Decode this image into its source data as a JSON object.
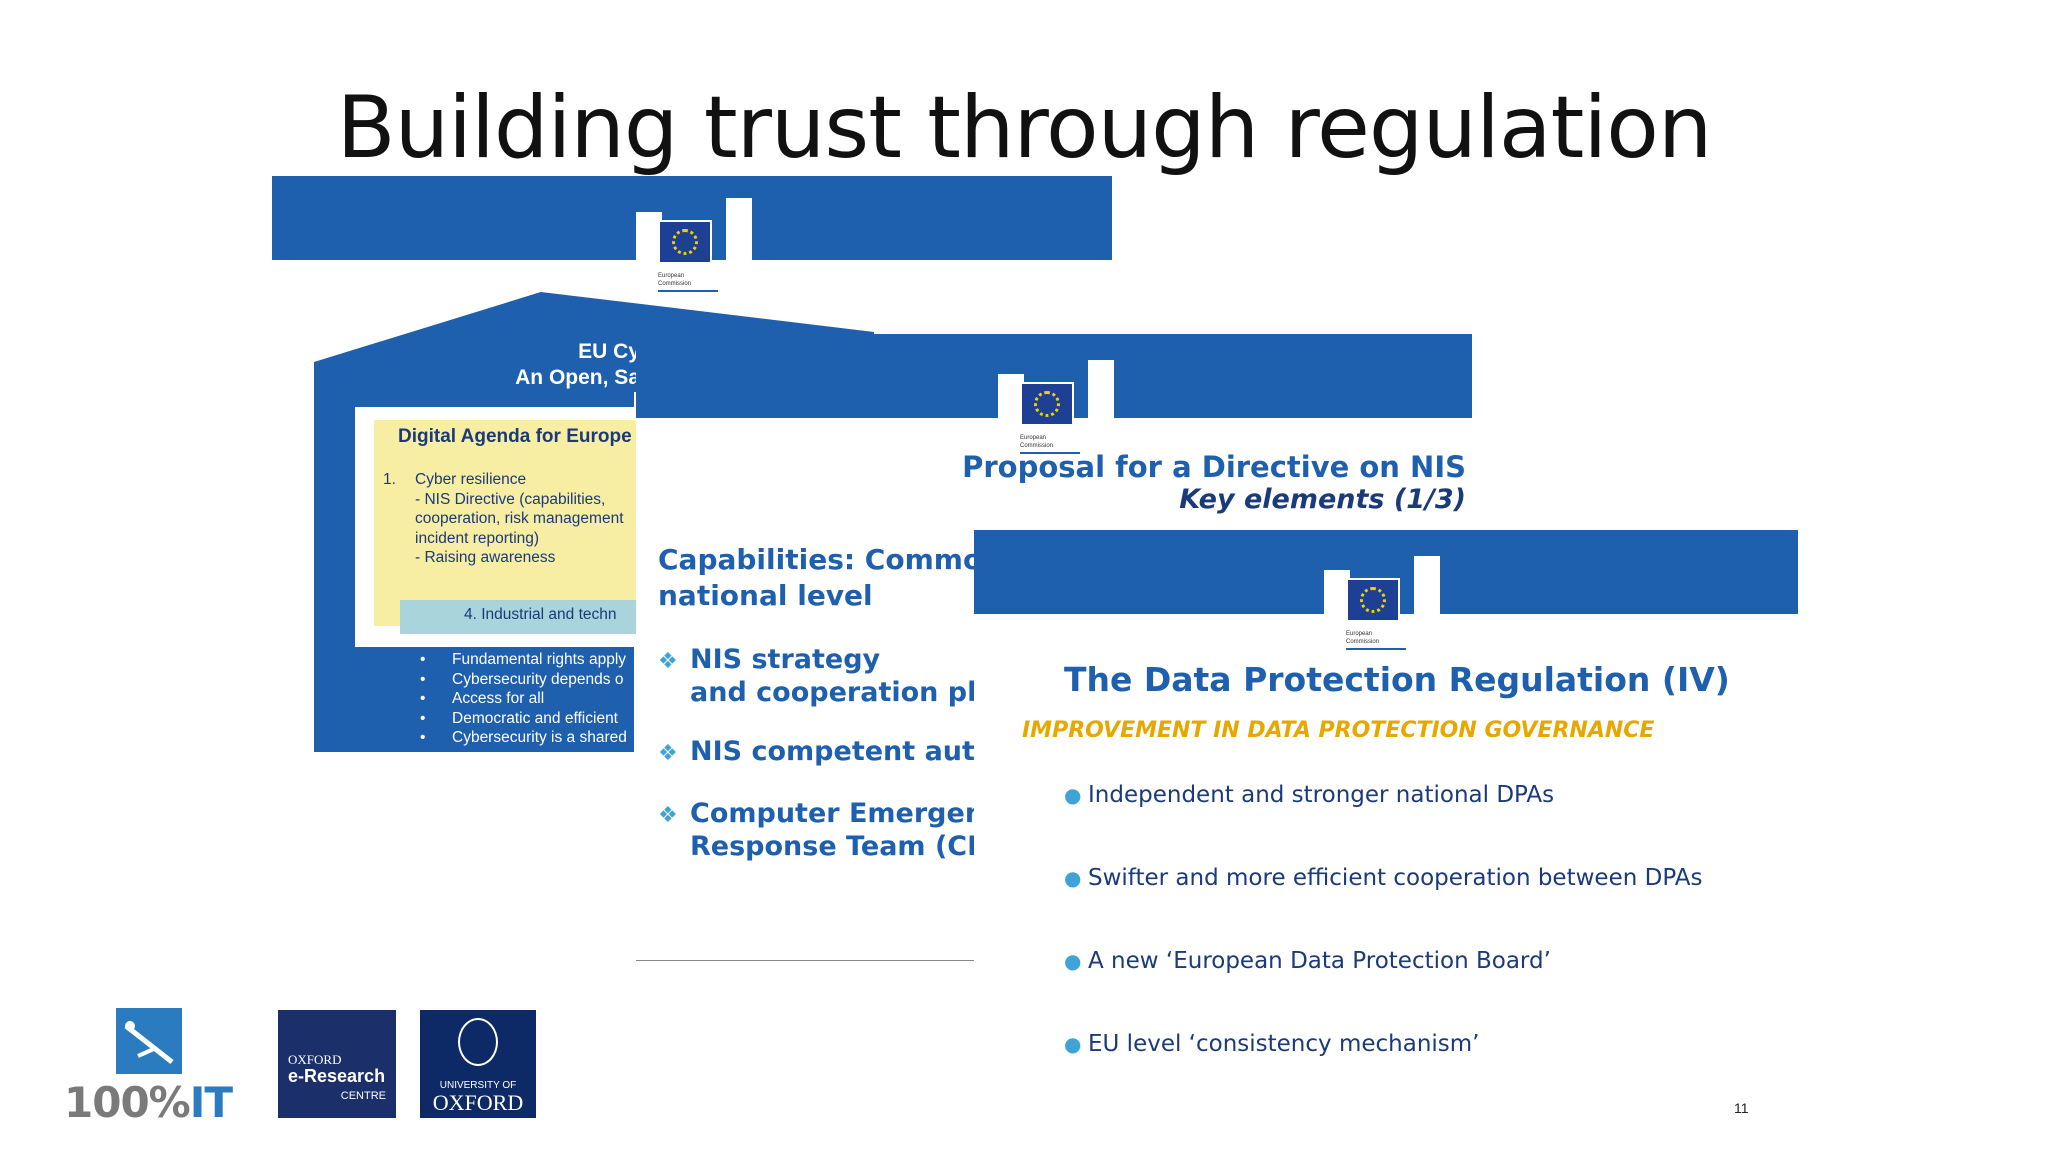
{
  "title": "Building trust through regulation",
  "ec_logo_text": [
    "European",
    "Commission"
  ],
  "slide1": {
    "title_line1": "EU Cy",
    "title_line2": "An Open, Sa",
    "agenda_title": "Digital Agenda for Europe",
    "item1_number": "1.",
    "item1_label": "Cyber resilience",
    "item1_lines": [
      "- NIS Directive (capabilities,",
      "cooperation, risk management",
      "incident reporting)",
      "- Raising awareness"
    ],
    "item4": "4.    Industrial and techn",
    "bullets": [
      "Fundamental rights apply",
      "Cybersecurity depends o",
      "Access for all",
      "Democratic and efficient",
      "Cybersecurity is a shared"
    ]
  },
  "slide2": {
    "title_line1": "Proposal for a Directive on NIS",
    "title_line2": "Key elements (1/3)",
    "capabilities_line1": "Capabilities: Commo",
    "capabilities_line2": "national level",
    "bullets": [
      {
        "line1": "NIS strategy",
        "line2": "and cooperation pla"
      },
      {
        "line1": "NIS competent auth",
        "line2": ""
      },
      {
        "line1": "Computer Emergenc",
        "line2": "Response Team (CE"
      }
    ]
  },
  "slide3": {
    "title": "The Data Protection Regulation (IV)",
    "subtitle": "IMPROVEMENT IN DATA PROTECTION GOVERNANCE",
    "items": [
      "Independent and stronger national DPAs",
      "Swifter and more efficient cooperation between DPAs",
      "A new  ‘European Data Protection Board’",
      "EU level  ‘consistency mechanism’"
    ],
    "page_number": "11"
  },
  "logos": {
    "it100_num": "100%",
    "it100_it": "IT",
    "oerc_line1": "OXFORD",
    "oerc_line2": "e-Research",
    "oerc_line3": "CENTRE",
    "oxford_line1": "UNIVERSITY OF",
    "oxford_line2": "OXFORD"
  },
  "colors": {
    "ec_blue": "#1e5fae",
    "accent_yellow": "#e6a800",
    "bullet_cyan": "#3fa3d8"
  }
}
